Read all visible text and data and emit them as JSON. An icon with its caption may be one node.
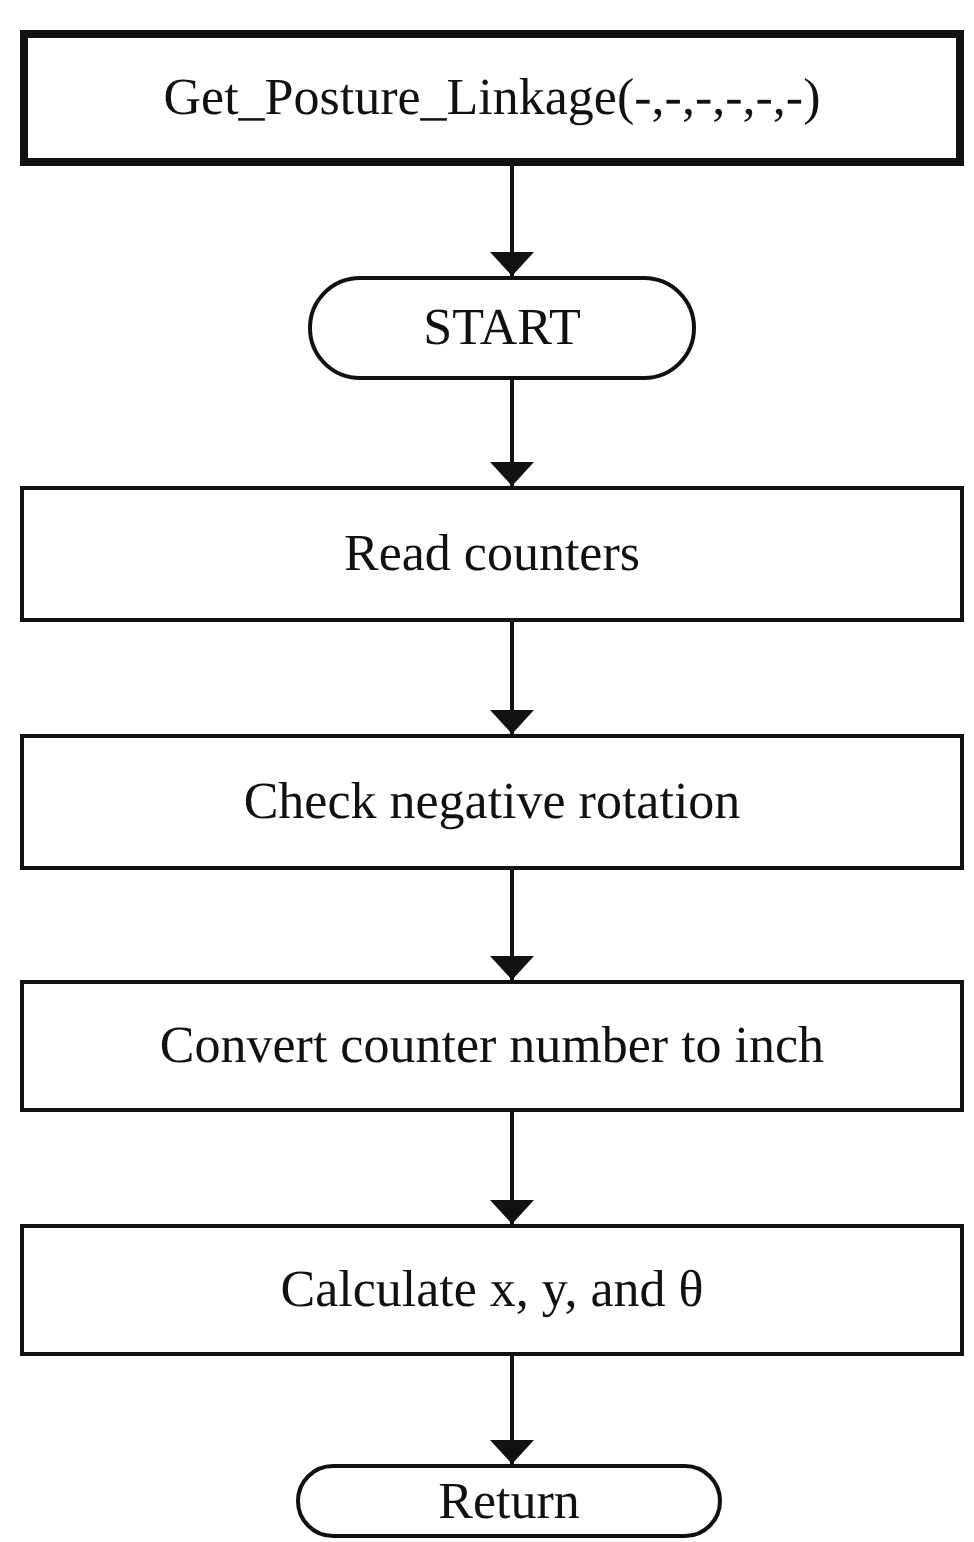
{
  "diagram": {
    "nodes": [
      {
        "text": [
          "Get_Posture_Linkage(-,-,-,-,-,-)"
        ]
      },
      {
        "text": [
          "START"
        ]
      },
      {
        "text": [
          "Read counters"
        ]
      },
      {
        "text": [
          "Check negative rotation"
        ]
      },
      {
        "text": [
          "Convert counter number to inch"
        ]
      },
      {
        "text": [
          "Calculate x, y, and θ"
        ]
      },
      {
        "text": [
          "Return"
        ]
      }
    ],
    "edges": [
      {
        "from": 0,
        "to": 1,
        "arrow": "to"
      },
      {
        "from": 1,
        "to": 2,
        "arrow": "to"
      },
      {
        "from": 2,
        "to": 3,
        "arrow": "to"
      },
      {
        "from": 3,
        "to": 4,
        "arrow": "to"
      },
      {
        "from": 4,
        "to": 5,
        "arrow": "to"
      },
      {
        "from": 5,
        "to": 6,
        "arrow": "to"
      }
    ]
  }
}
